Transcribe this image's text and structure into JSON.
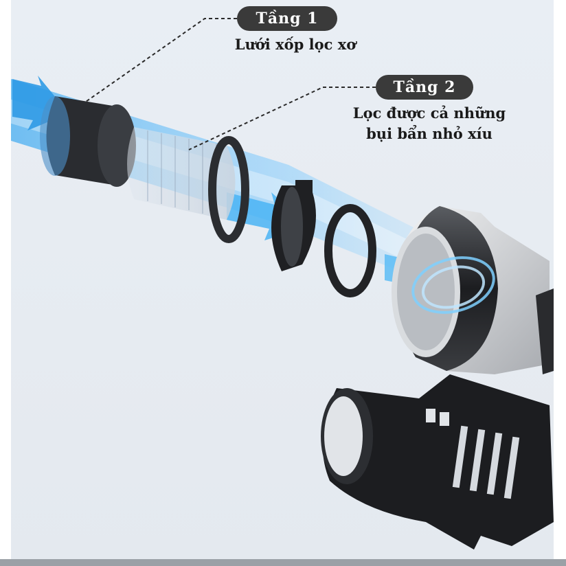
{
  "labels": {
    "layer1": {
      "badge": "Tầng 1",
      "caption": "Lưới xốp lọc xơ"
    },
    "layer2": {
      "badge": "Tầng 2",
      "caption_line1": "Lọc được cả những",
      "caption_line2": "bụi bẩn nhỏ xíu"
    }
  },
  "colors": {
    "background": "#e8edf3",
    "airflow": "#3aa8f0",
    "badge": "#3a3a3a",
    "component_dark": "#1e1f22"
  }
}
